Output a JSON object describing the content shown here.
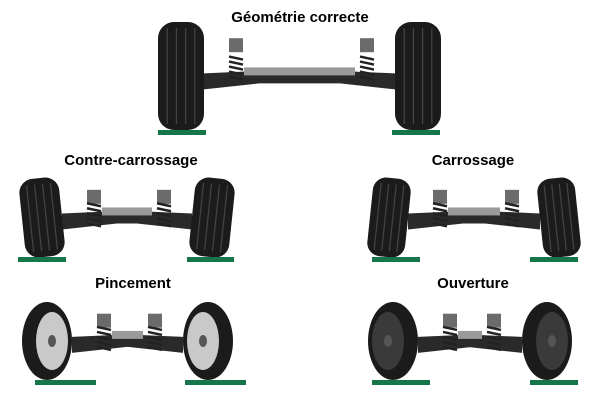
{
  "colors": {
    "ground": "#16764a",
    "tire": "#1b1b1b",
    "frame": "#5a5a5a"
  },
  "panels": [
    {
      "id": "correct",
      "title": "Géométrie correcte",
      "icon": "suspension-straight-icon"
    },
    {
      "id": "negative-camber",
      "title": "Contre-carrossage",
      "icon": "suspension-negative-camber-icon"
    },
    {
      "id": "positive-camber",
      "title": "Carrossage",
      "icon": "suspension-positive-camber-icon"
    },
    {
      "id": "toe-in",
      "title": "Pincement",
      "icon": "suspension-toe-in-icon"
    },
    {
      "id": "toe-out",
      "title": "Ouverture",
      "icon": "suspension-toe-out-icon"
    }
  ]
}
